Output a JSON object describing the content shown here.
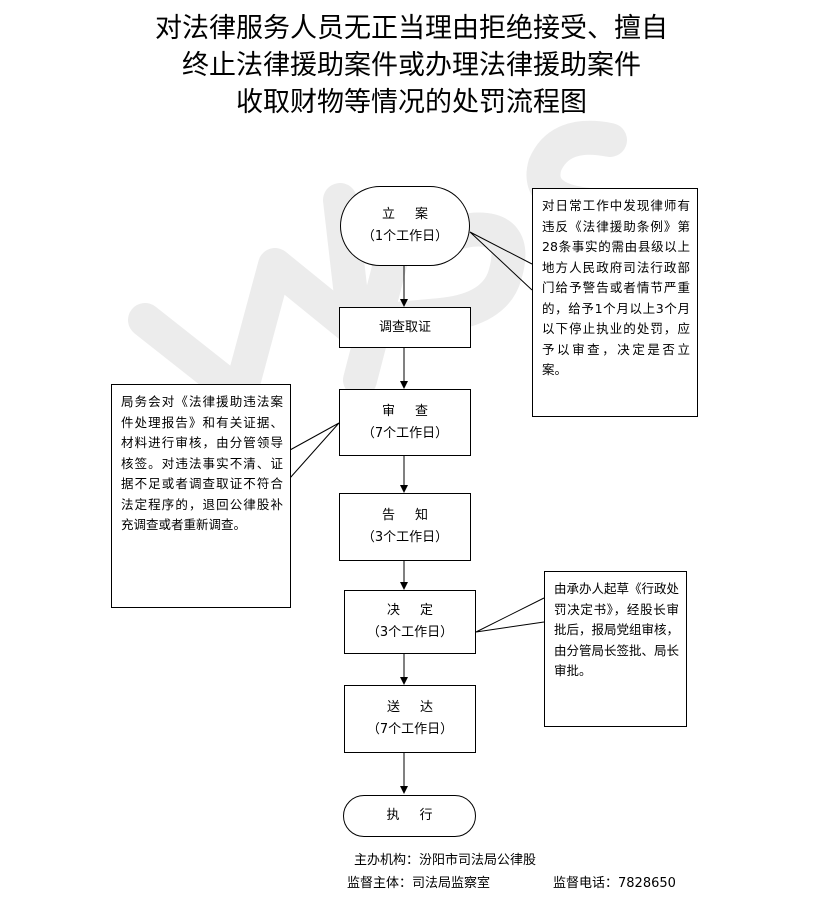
{
  "title": {
    "line1": "对法律服务人员无正当理由拒绝接受、擅自",
    "line2": "终止法律援助案件或办理法律援助案件",
    "line3": "收取财物等情况的处罚流程图"
  },
  "steps": {
    "start": {
      "label": "立案",
      "duration": "（1个工作日）"
    },
    "investigate": {
      "label": "调查取证"
    },
    "review": {
      "label": "审查",
      "duration": "（7个工作日）"
    },
    "notify": {
      "label": "告知",
      "duration": "（3个工作日）"
    },
    "decide": {
      "label": "决定",
      "duration": "（3个工作日）"
    },
    "deliver": {
      "label": "送达",
      "duration": "（7个工作日）"
    },
    "execute": {
      "label": "执行"
    }
  },
  "notes": {
    "filing": "对日常工作中发现律师有违反《法律援助条例》第28条事实的需由县级以上地方人民政府司法行政部门给予警告或者情节严重的，给予1个月以上3个月以下停止执业的处罚，应予以审查，决定是否立案。",
    "review": "局务会对《法律援助违法案件处理报告》和有关证据、材料进行审核，由分管领导核签。对违法事实不清、证据不足或者调查取证不符合法定程序的，退回公律股补充调查或者重新调查。",
    "decision": "由承办人起草《行政处罚决定书》，经股长审批后，报局党组审核，由分管局长签批、局长审批。"
  },
  "footer": {
    "organizer": "主办机构：汾阳市司法局公律股",
    "supervisor": "监督主体：司法局监察室",
    "phone": "监督电话：7828650"
  },
  "watermark": {
    "text": "WPS",
    "color": "#eeeeee"
  }
}
